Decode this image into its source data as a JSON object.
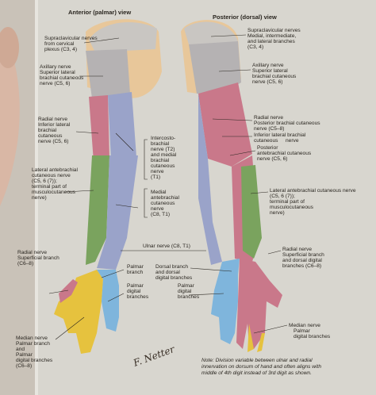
{
  "headings": {
    "anterior": "Anterior (palmar) view",
    "posterior": "Posterior (dorsal) view"
  },
  "anterior_labels": {
    "supraclavicular": [
      "Supraclavicular nerves",
      "from cervical",
      "plexus (C3, 4)"
    ],
    "axillary": [
      "Axillary nerve",
      "Superior lateral",
      "brachial cutaneous",
      "nerve (C5, 6)"
    ],
    "radial": [
      "Radial nerve",
      "Inferior lateral",
      "brachial",
      "cutaneous",
      "nerve (C5, 6)"
    ],
    "lateral_antebrachial": [
      "Lateral antebrachial",
      "cutaneous nerve",
      "(C5, 6 (7));",
      "terminal part of",
      "musculocutaneous",
      "nerve)"
    ],
    "radial_superficial": [
      "Radial nerve",
      "Superficial branch",
      "(C6–8)"
    ],
    "median": [
      "Median nerve",
      "Palmar branch",
      "and",
      "Palmar",
      "digital branches",
      "(C6–8)"
    ]
  },
  "center_labels": {
    "intercosto": [
      "Intercosto-",
      "brachial",
      "nerve (T2)",
      "and medial",
      "brachial",
      "cutaneous",
      "nerve",
      "(T1)"
    ],
    "medial_ante": [
      "Medial",
      "antebrachial",
      "cutaneous",
      "nerve",
      "(C8, T1)"
    ],
    "ulnar_title": "Ulnar nerve (C8, T1)",
    "palmar_branch": [
      "Palmar",
      "branch"
    ],
    "palmar_digital": [
      "Palmar",
      "digital",
      "branches"
    ],
    "dorsal_branch": [
      "Dorsal branch",
      "and dorsal",
      "digital branches"
    ],
    "palmar_digital2": [
      "Palmar",
      "digital",
      "branches"
    ]
  },
  "posterior_labels": {
    "supraclavicular": [
      "Supraclavicular nerves",
      "Medial, intermediate,",
      "and lateral branches",
      "(C3, 4)"
    ],
    "axillary": [
      "Axillary nerve",
      "Superior lateral",
      "brachial cutaneous",
      "nerve (C5, 6)"
    ],
    "radial": [
      "Radial nerve",
      "Posterior brachial cutaneous",
      "nerve (C5–8)",
      "Inferior lateral brachial",
      "cutaneous",
      "nerve",
      "Posterior",
      "antebrachial cutaneous",
      "nerve (C5, 6)"
    ],
    "lateral_antebrachial": [
      "Lateral antebrachial cutaneous nerve",
      "(C5, 6 (7));",
      "terminal part of",
      "musculocutaneous",
      "nerve)"
    ],
    "radial_superficial": [
      "Radial nerve",
      "Superficial branch",
      "and dorsal digital",
      "branches (C6–8)"
    ],
    "median": [
      "Median nerve",
      "Palmar",
      "digital branches"
    ]
  },
  "note": [
    "Note: Division variable between ulnar and radial",
    "innervation on dorsum of hand and often aligns with",
    "middle of 4th digit instead of 3rd digit as shown."
  ],
  "signature": "F. Netter",
  "colors": {
    "supraclavicular": "#c9c6c2",
    "axillary": "#b5b2b3",
    "radial": "#c9788a",
    "lateral_antebrachial": "#7aa35e",
    "medial": "#9aa3c9",
    "ulnar": "#7fb5dc",
    "median": "#e6c23e",
    "skin": "#e8c79a"
  }
}
